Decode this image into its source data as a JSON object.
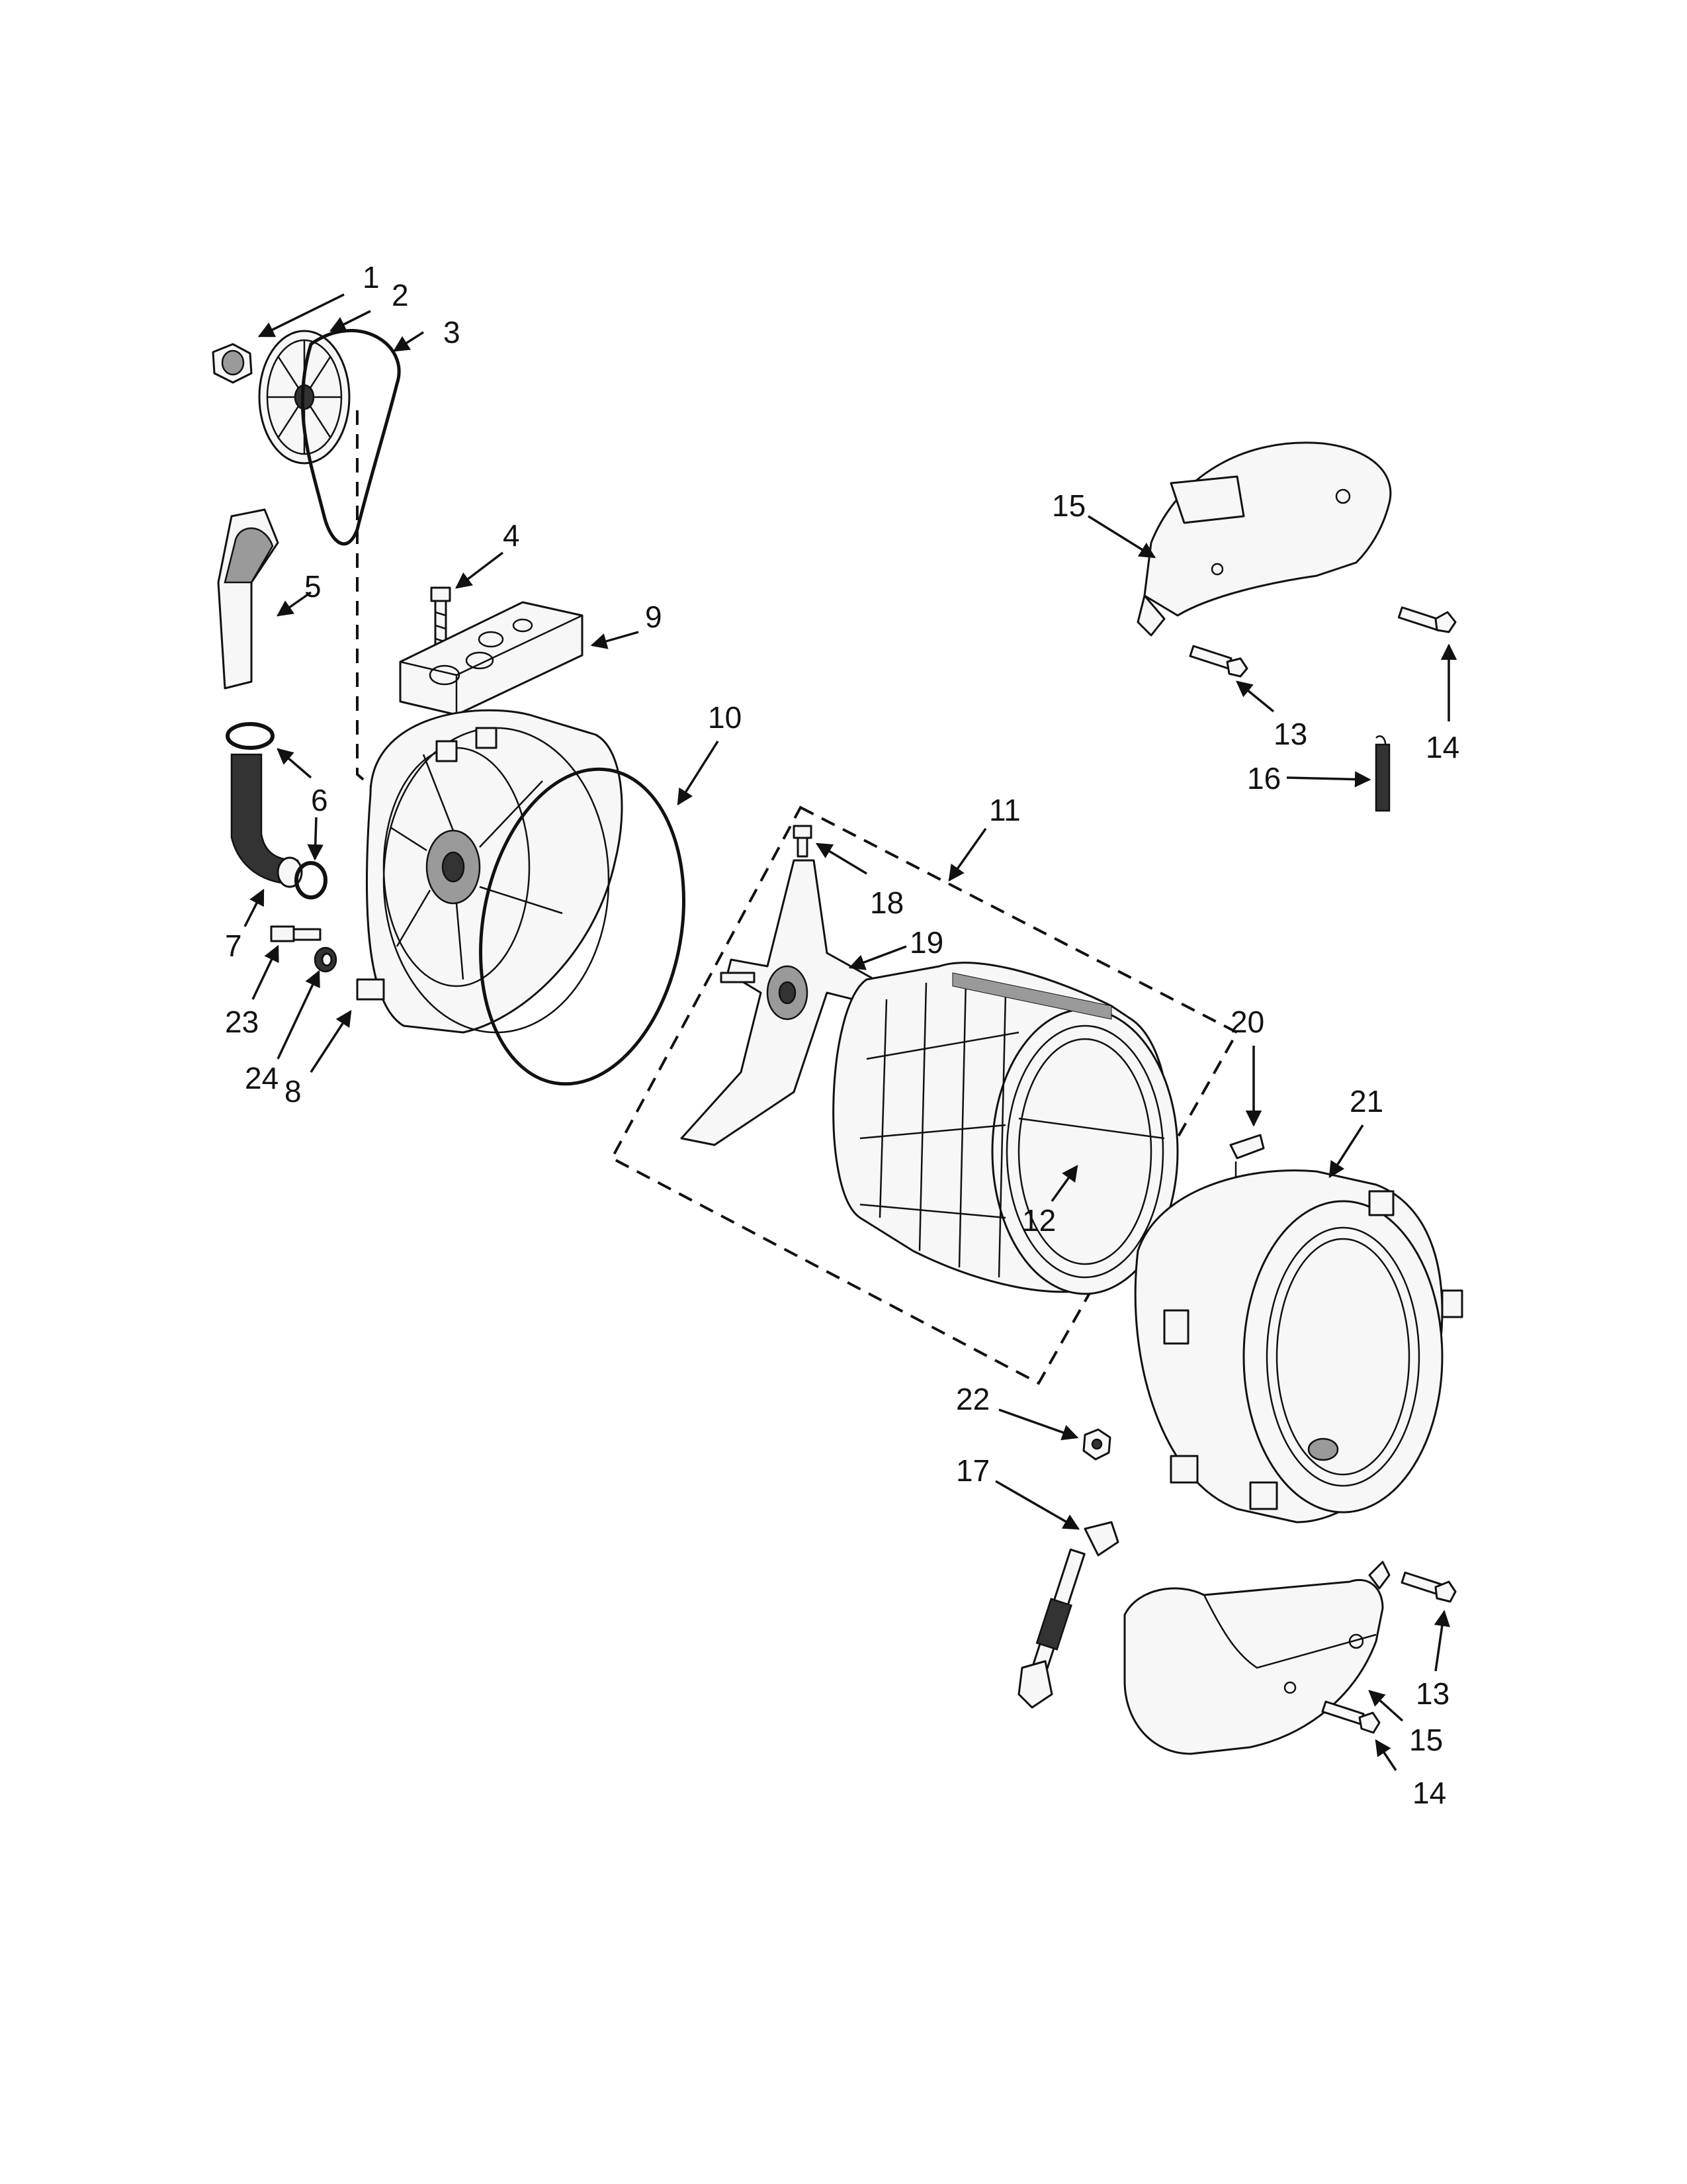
{
  "callouts": {
    "c1": "1",
    "c2": "2",
    "c3": "3",
    "c4": "4",
    "c5": "5",
    "c6": "6",
    "c7": "7",
    "c8": "8",
    "c9": "9",
    "c10": "10",
    "c11": "11",
    "c12": "12",
    "c13a": "13",
    "c13b": "13",
    "c14a": "14",
    "c14b": "14",
    "c15a": "15",
    "c15b": "15",
    "c16": "16",
    "c17": "17",
    "c18": "18",
    "c19": "19",
    "c20": "20",
    "c21": "21",
    "c22": "22",
    "c23": "23",
    "c24": "24"
  }
}
